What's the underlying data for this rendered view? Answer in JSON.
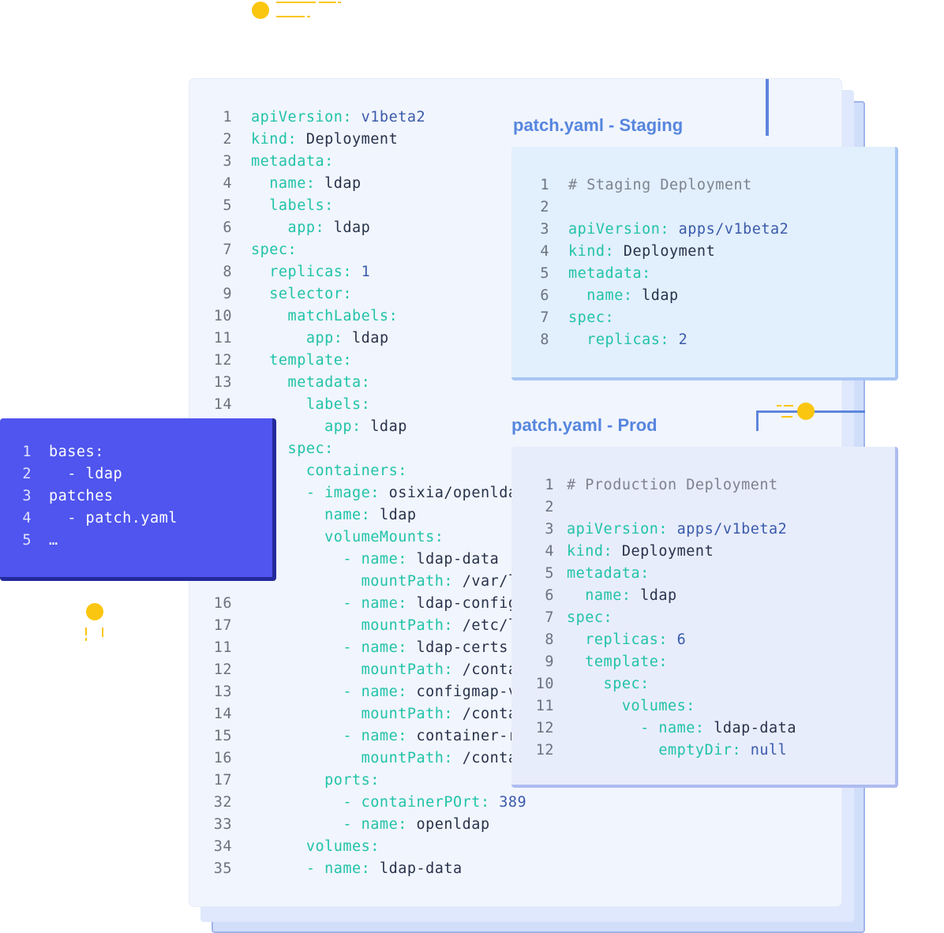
{
  "main_code": {
    "lines": [
      {
        "n": "1",
        "parts": [
          [
            "k",
            "apiVersion: "
          ],
          [
            "s",
            "v1beta2"
          ]
        ]
      },
      {
        "n": "2",
        "parts": [
          [
            "k",
            "kind: "
          ],
          [
            "v",
            "Deployment"
          ]
        ]
      },
      {
        "n": "3",
        "parts": [
          [
            "k",
            "metadata:"
          ]
        ]
      },
      {
        "n": "4",
        "parts": [
          [
            "k",
            "  name: "
          ],
          [
            "v",
            "ldap"
          ]
        ]
      },
      {
        "n": "5",
        "parts": [
          [
            "k",
            "  labels:"
          ]
        ]
      },
      {
        "n": "6",
        "parts": [
          [
            "k",
            "    app: "
          ],
          [
            "v",
            "ldap"
          ]
        ]
      },
      {
        "n": "7",
        "parts": [
          [
            "k",
            "spec:"
          ]
        ]
      },
      {
        "n": "8",
        "parts": [
          [
            "k",
            "  replicas: "
          ],
          [
            "n",
            "1"
          ]
        ]
      },
      {
        "n": "9",
        "parts": [
          [
            "k",
            "  selector:"
          ]
        ]
      },
      {
        "n": "10",
        "parts": [
          [
            "k",
            "    matchLabels:"
          ]
        ]
      },
      {
        "n": "11",
        "parts": [
          [
            "k",
            "      app: "
          ],
          [
            "v",
            "ldap"
          ]
        ]
      },
      {
        "n": "12",
        "parts": [
          [
            "k",
            "  template:"
          ]
        ]
      },
      {
        "n": "13",
        "parts": [
          [
            "k",
            "    metadata:"
          ]
        ]
      },
      {
        "n": "14",
        "parts": [
          [
            "k",
            "      labels:"
          ]
        ]
      },
      {
        "n": "",
        "parts": [
          [
            "k",
            "        app: "
          ],
          [
            "v",
            "ldap"
          ]
        ]
      },
      {
        "n": "",
        "parts": [
          [
            "k",
            "    spec:"
          ]
        ]
      },
      {
        "n": "",
        "parts": [
          [
            "k",
            "      containers:"
          ]
        ]
      },
      {
        "n": "",
        "parts": [
          [
            "k",
            "      - image: "
          ],
          [
            "v",
            "osixia/openlda"
          ]
        ]
      },
      {
        "n": "",
        "parts": [
          [
            "k",
            "        name: "
          ],
          [
            "v",
            "ldap"
          ]
        ]
      },
      {
        "n": "",
        "parts": [
          [
            "k",
            "        volumeMounts:"
          ]
        ]
      },
      {
        "n": "",
        "parts": [
          [
            "k",
            "          - name: "
          ],
          [
            "v",
            "ldap-data"
          ]
        ]
      },
      {
        "n": "",
        "parts": [
          [
            "k",
            "            mountPath: "
          ],
          [
            "v",
            "/var/l"
          ]
        ]
      },
      {
        "n": "16",
        "parts": [
          [
            "k",
            "          - name: "
          ],
          [
            "v",
            "ldap-config"
          ]
        ]
      },
      {
        "n": "17",
        "parts": [
          [
            "k",
            "            mountPath: "
          ],
          [
            "v",
            "/etc/l"
          ]
        ]
      },
      {
        "n": "11",
        "parts": [
          [
            "k",
            "          - name: "
          ],
          [
            "v",
            "ldap-certs"
          ]
        ]
      },
      {
        "n": "12",
        "parts": [
          [
            "k",
            "            mountPath: "
          ],
          [
            "v",
            "/conta"
          ]
        ]
      },
      {
        "n": "13",
        "parts": [
          [
            "k",
            "          - name: "
          ],
          [
            "v",
            "configmap-v"
          ]
        ]
      },
      {
        "n": "14",
        "parts": [
          [
            "k",
            "            mountPath: "
          ],
          [
            "v",
            "/conta"
          ]
        ]
      },
      {
        "n": "15",
        "parts": [
          [
            "k",
            "          - name: "
          ],
          [
            "v",
            "container-r"
          ]
        ]
      },
      {
        "n": "16",
        "parts": [
          [
            "k",
            "            mountPath: "
          ],
          [
            "v",
            "/conta"
          ]
        ]
      },
      {
        "n": "17",
        "parts": [
          [
            "k",
            "        ports:"
          ]
        ]
      },
      {
        "n": "32",
        "parts": [
          [
            "k",
            "          - containerPOrt: "
          ],
          [
            "n",
            "389"
          ]
        ]
      },
      {
        "n": "33",
        "parts": [
          [
            "k",
            "          - name: "
          ],
          [
            "v",
            "openldap"
          ]
        ]
      },
      {
        "n": "34",
        "parts": [
          [
            "k",
            "      volumes:"
          ]
        ]
      },
      {
        "n": "35",
        "parts": [
          [
            "k",
            "      - name: "
          ],
          [
            "v",
            "ldap-data"
          ]
        ]
      }
    ]
  },
  "staging": {
    "title": "patch.yaml - Staging",
    "lines": [
      {
        "n": "1",
        "parts": [
          [
            "c",
            "# Staging Deployment"
          ]
        ]
      },
      {
        "n": "2",
        "parts": []
      },
      {
        "n": "3",
        "parts": [
          [
            "k",
            "apiVersion: "
          ],
          [
            "s",
            "apps/v1beta2"
          ]
        ]
      },
      {
        "n": "4",
        "parts": [
          [
            "k",
            "kind: "
          ],
          [
            "v",
            "Deployment"
          ]
        ]
      },
      {
        "n": "5",
        "parts": [
          [
            "k",
            "metadata:"
          ]
        ]
      },
      {
        "n": "6",
        "parts": [
          [
            "k",
            "  name: "
          ],
          [
            "v",
            "ldap"
          ]
        ]
      },
      {
        "n": "7",
        "parts": [
          [
            "k",
            "spec:"
          ]
        ]
      },
      {
        "n": "8",
        "parts": [
          [
            "k",
            "  replicas: "
          ],
          [
            "n",
            "2"
          ]
        ]
      }
    ]
  },
  "prod": {
    "title": "patch.yaml - Prod",
    "lines": [
      {
        "n": "1",
        "parts": [
          [
            "c",
            "# Production Deployment"
          ]
        ]
      },
      {
        "n": "2",
        "parts": []
      },
      {
        "n": "3",
        "parts": [
          [
            "k",
            "apiVersion: "
          ],
          [
            "s",
            "apps/v1beta2"
          ]
        ]
      },
      {
        "n": "4",
        "parts": [
          [
            "k",
            "kind: "
          ],
          [
            "v",
            "Deployment"
          ]
        ]
      },
      {
        "n": "5",
        "parts": [
          [
            "k",
            "metadata:"
          ]
        ]
      },
      {
        "n": "6",
        "parts": [
          [
            "k",
            "  name: "
          ],
          [
            "v",
            "ldap"
          ]
        ]
      },
      {
        "n": "7",
        "parts": [
          [
            "k",
            "spec:"
          ]
        ]
      },
      {
        "n": "8",
        "parts": [
          [
            "k",
            "  replicas: "
          ],
          [
            "n",
            "6"
          ]
        ]
      },
      {
        "n": "9",
        "parts": [
          [
            "k",
            "  template:"
          ]
        ]
      },
      {
        "n": "10",
        "parts": [
          [
            "k",
            "    spec:"
          ]
        ]
      },
      {
        "n": "11",
        "parts": [
          [
            "k",
            "      volumes:"
          ]
        ]
      },
      {
        "n": "12",
        "parts": [
          [
            "k",
            "        - name: "
          ],
          [
            "v",
            "ldap-data"
          ]
        ]
      },
      {
        "n": "12",
        "parts": [
          [
            "k",
            "          emptyDir: "
          ],
          [
            "s",
            "null"
          ]
        ]
      }
    ]
  },
  "kustomization": {
    "lines": [
      {
        "n": "1",
        "text": "bases:"
      },
      {
        "n": "2",
        "text": "  - ldap"
      },
      {
        "n": "3",
        "text": "patches"
      },
      {
        "n": "4",
        "text": "  - patch.yaml"
      },
      {
        "n": "5",
        "text": "…"
      }
    ]
  },
  "colors": {
    "key": "#21c3a9",
    "value": "#27324a",
    "string": "#3a5bab",
    "accent": "#fbc60f",
    "kustomization_bg": "#4f55ee",
    "title": "#5686de"
  }
}
